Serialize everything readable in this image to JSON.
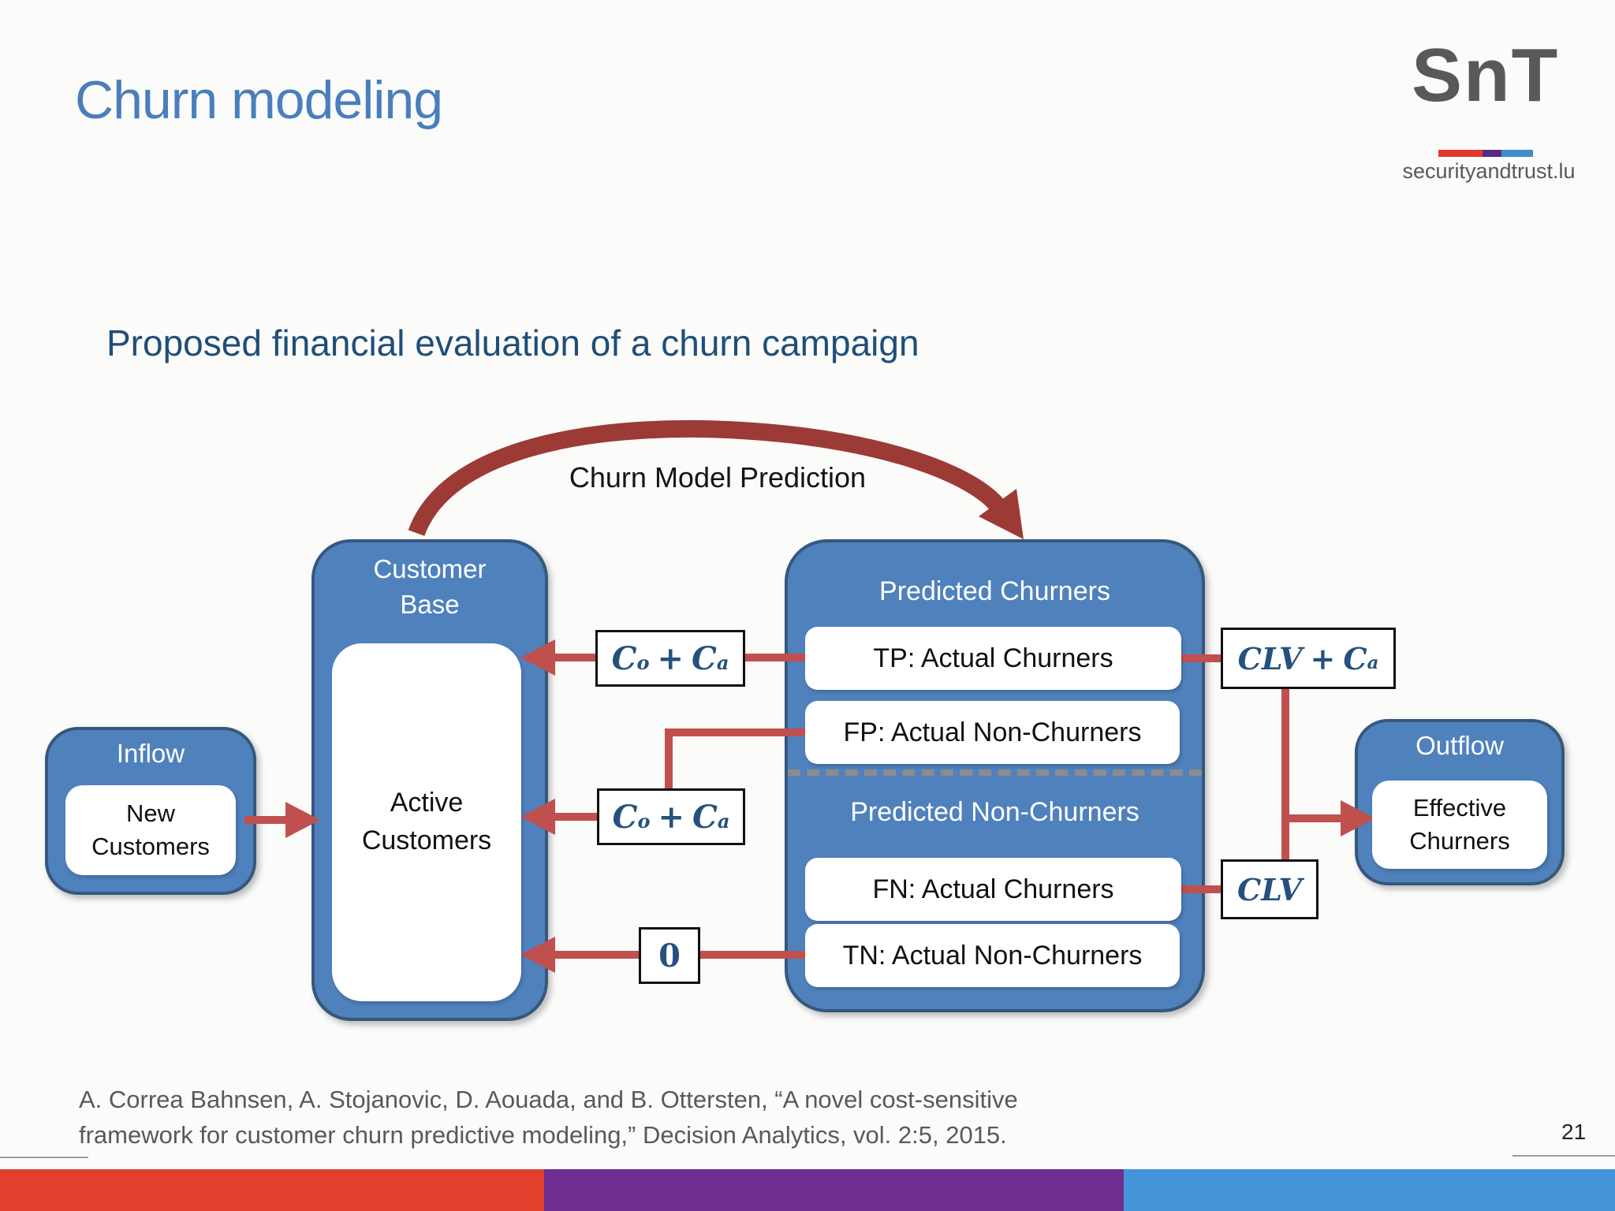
{
  "slide": {
    "title": "Churn modeling",
    "subtitle": "Proposed financial evaluation of a churn campaign",
    "page_number": "21",
    "citation": {
      "line1": "A. Correa Bahnsen, A. Stojanovic, D. Aouada, and B. Ottersten, “A novel cost-sensitive",
      "line2": "framework for customer churn predictive modeling,” Decision Analytics, vol. 2:5, 2015."
    }
  },
  "logo": {
    "brand": "SnT",
    "site": "securityandtrust.lu"
  },
  "diagram": {
    "arrow_label": "Churn Model Prediction",
    "inflow": {
      "title": "Inflow",
      "inner": "New\nCustomers"
    },
    "customer_base": {
      "title": "Customer\nBase",
      "inner": "Active\nCustomers"
    },
    "outflow": {
      "title": "Outflow",
      "inner": "Effective\nChurners"
    },
    "predicted_churners": {
      "title": "Predicted Churners",
      "rows": [
        {
          "label": "TP: Actual Churners"
        },
        {
          "label": "FP: Actual Non-Churners"
        }
      ]
    },
    "predicted_non_churners": {
      "title": "Predicted Non-Churners",
      "rows": [
        {
          "label": "FN: Actual Churners"
        },
        {
          "label": "TN: Actual Non-Churners"
        }
      ]
    },
    "formulas": {
      "co_ca": {
        "c1": "C",
        "s1": "o",
        "op": "+",
        "c2": "C",
        "s2": "a"
      },
      "zero": {
        "v": "0"
      },
      "clv_ca": {
        "c1": "CLV",
        "op": "+",
        "c2": "C",
        "s2": "a"
      },
      "clv": {
        "v": "CLV"
      }
    }
  },
  "colors": {
    "title_blue": "#4a7ebc",
    "subtitle_navy": "#1f4e79",
    "box_blue_fill": "#4f81bd",
    "box_blue_border": "#35587c",
    "connector_red": "#c0504d",
    "curved_arrow_red": "#9c3a36",
    "formula_navy": "#24517e",
    "dashed_divider_gray": "#8c8c8c",
    "citation_gray": "#595959",
    "logo_gray": "#58595b",
    "footer_red": "#e2402c",
    "footer_purple": "#6f2d91",
    "footer_blue": "#4394d8"
  }
}
